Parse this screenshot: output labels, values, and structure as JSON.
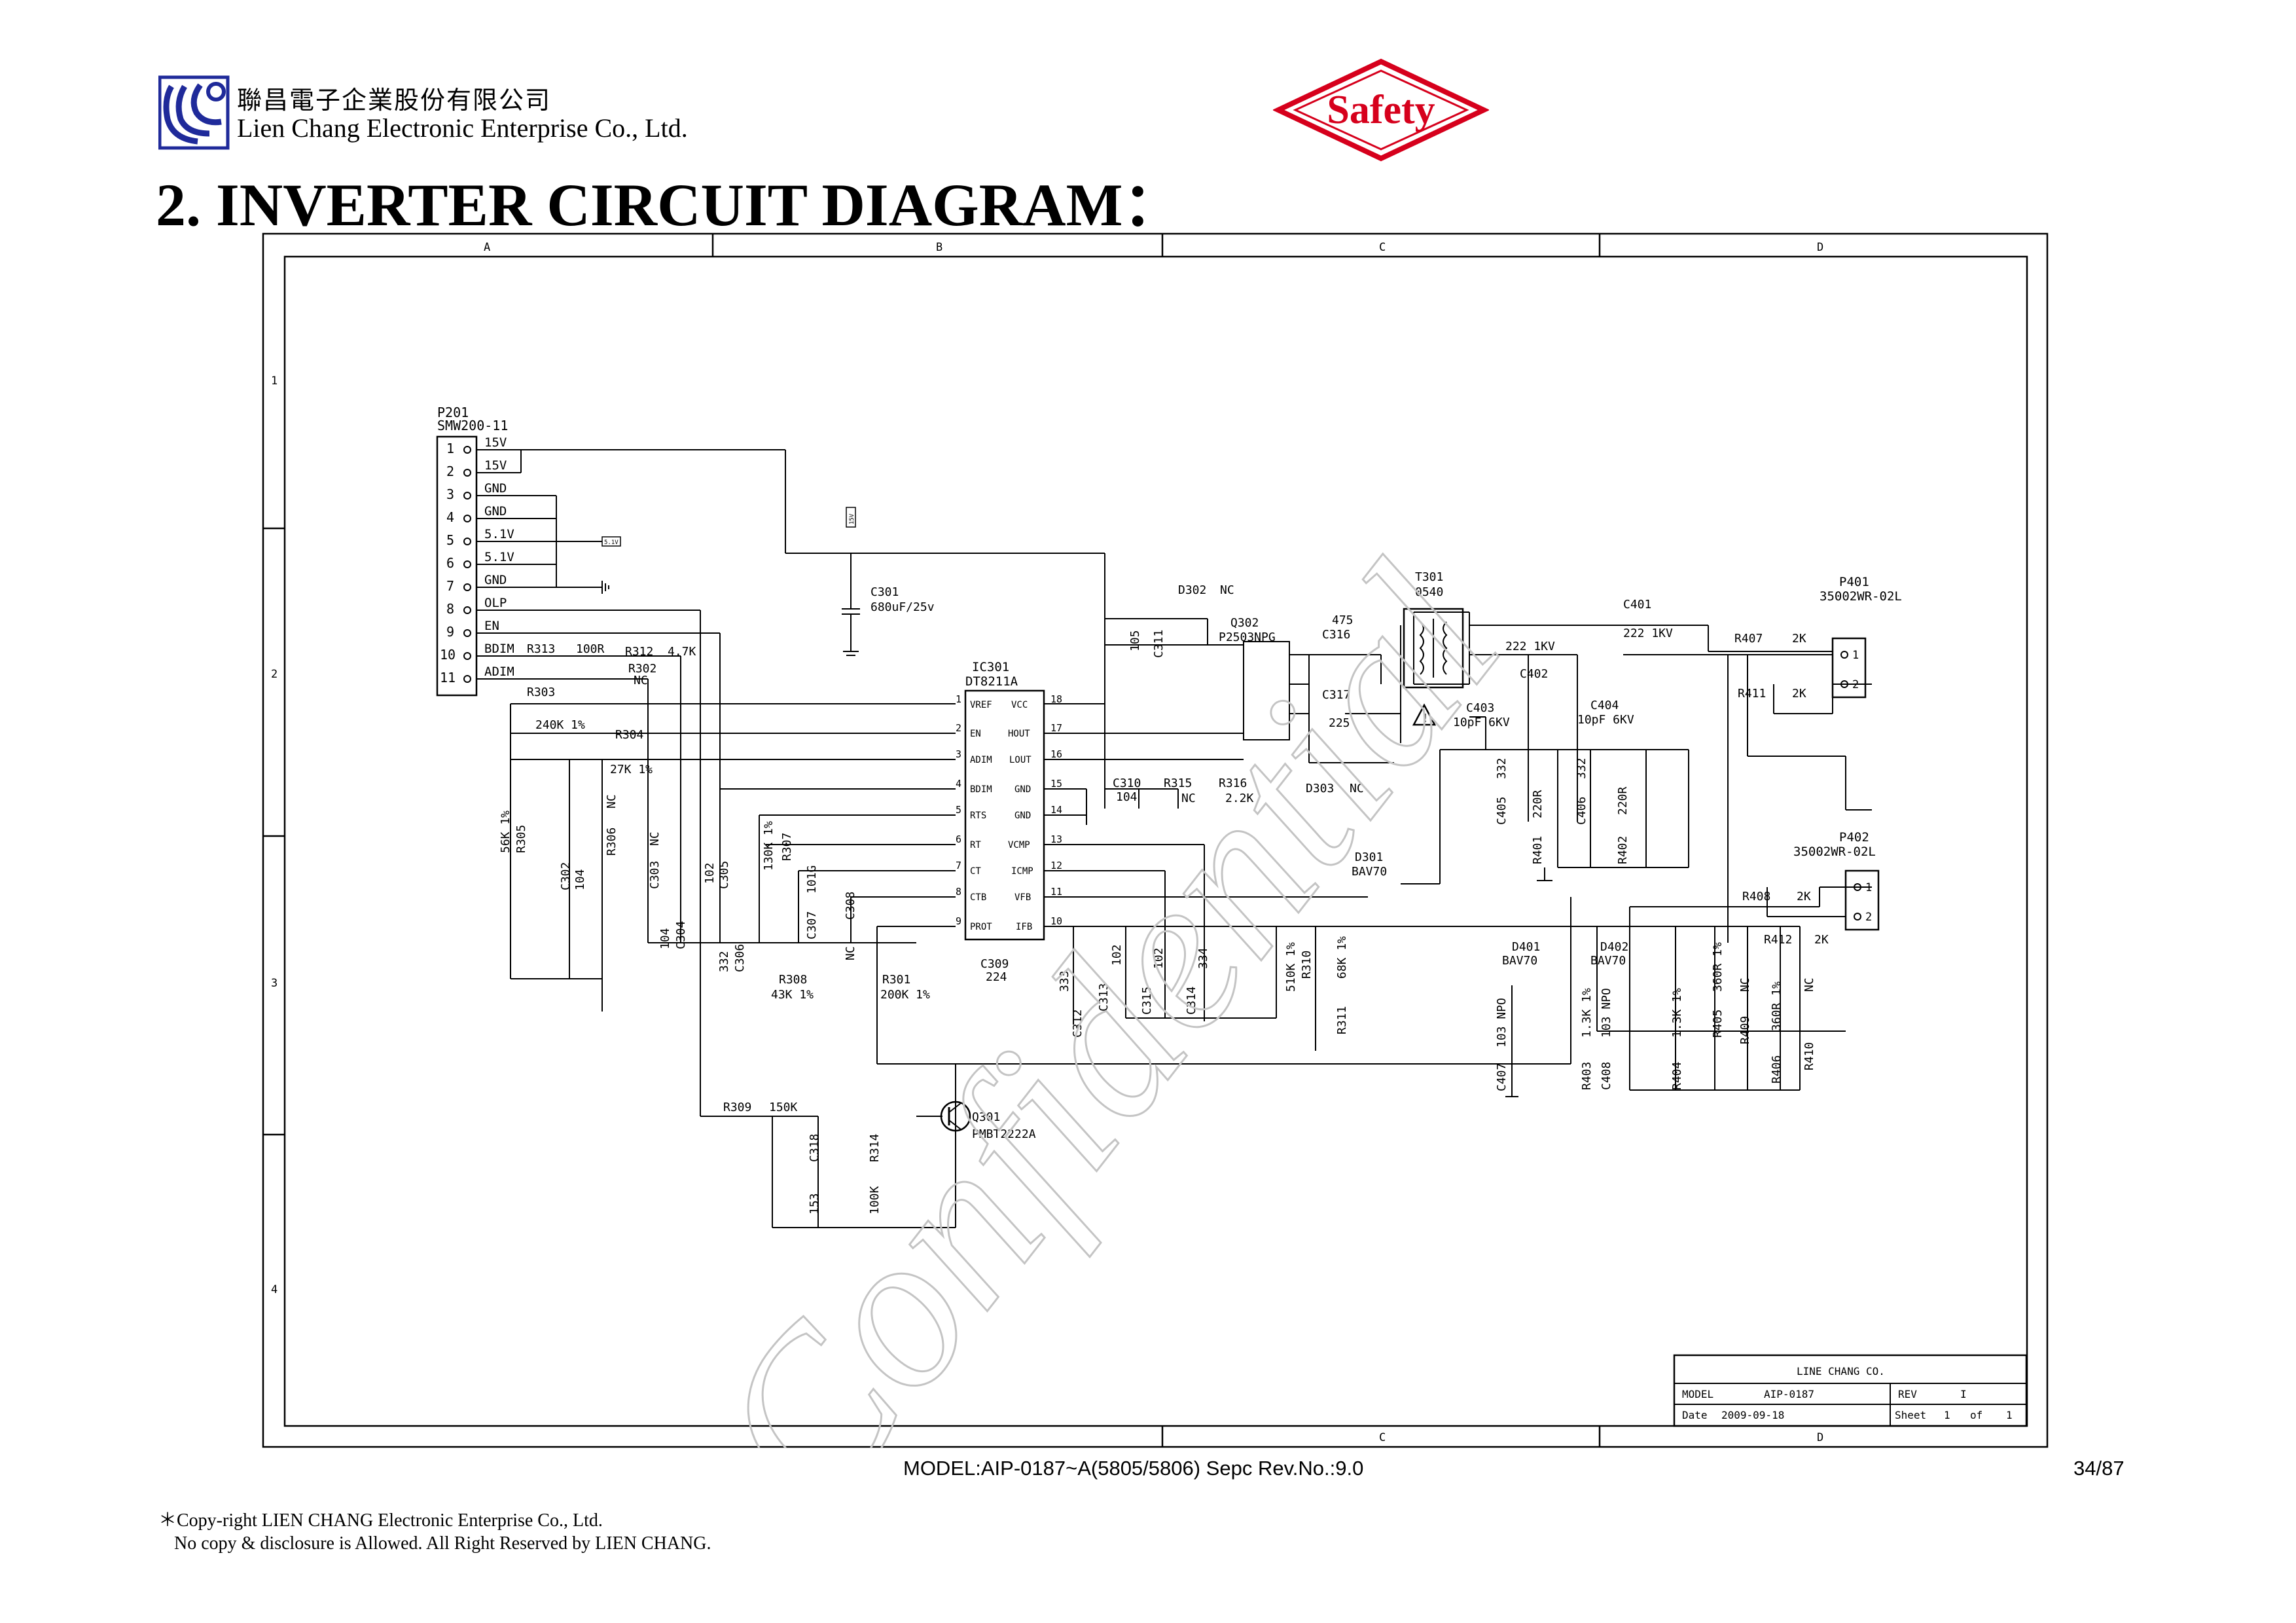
{
  "header": {
    "company_cn": "聯昌電子企業股份有限公司",
    "company_en": "Lien Chang Electronic Enterprise Co., Ltd.",
    "safety_label": "Safety",
    "title": "2. INVERTER CIRCUIT DIAGRAM："
  },
  "watermark": "Confidential",
  "frame": {
    "columns": [
      "A",
      "B",
      "C",
      "D"
    ],
    "rows": [
      "1",
      "2",
      "3",
      "4"
    ],
    "bottom_columns": [
      "C",
      "D"
    ]
  },
  "connectors": {
    "p201": {
      "ref": "P201",
      "part": "SMW200-11",
      "pins": [
        {
          "num": "1",
          "label": "15V"
        },
        {
          "num": "2",
          "label": "15V"
        },
        {
          "num": "3",
          "label": "GND"
        },
        {
          "num": "4",
          "label": "GND"
        },
        {
          "num": "5",
          "label": "5.1V"
        },
        {
          "num": "6",
          "label": "5.1V"
        },
        {
          "num": "7",
          "label": "GND"
        },
        {
          "num": "8",
          "label": "OLP"
        },
        {
          "num": "9",
          "label": "EN"
        },
        {
          "num": "10",
          "label": "BDIM"
        },
        {
          "num": "11",
          "label": "ADIM"
        }
      ]
    },
    "p401": {
      "ref": "P401",
      "part": "35002WR-02L",
      "pin1": "1",
      "pin2": "2"
    },
    "p402": {
      "ref": "P402",
      "part": "35002WR-02L",
      "pin1": "1",
      "pin2": "2"
    }
  },
  "ic301": {
    "ref": "IC301",
    "part": "DT8211A",
    "left_pins": [
      {
        "num": "1",
        "name": "VREF"
      },
      {
        "num": "2",
        "name": "EN"
      },
      {
        "num": "3",
        "name": "ADIM"
      },
      {
        "num": "4",
        "name": "BDIM"
      },
      {
        "num": "5",
        "name": "RTS"
      },
      {
        "num": "6",
        "name": "RT"
      },
      {
        "num": "7",
        "name": "CT"
      },
      {
        "num": "8",
        "name": "CTB"
      },
      {
        "num": "9",
        "name": "PROT"
      }
    ],
    "right_pins": [
      {
        "num": "18",
        "name": "VCC"
      },
      {
        "num": "17",
        "name": "HOUT"
      },
      {
        "num": "16",
        "name": "LOUT"
      },
      {
        "num": "15",
        "name": "GND"
      },
      {
        "num": "14",
        "name": "GND"
      },
      {
        "num": "13",
        "name": "VCMP"
      },
      {
        "num": "12",
        "name": "ICMP"
      },
      {
        "num": "11",
        "name": "VFB"
      },
      {
        "num": "10",
        "name": "IFB"
      }
    ]
  },
  "labels": {
    "r313": "R313",
    "r313_val": "100R",
    "r312": "R312",
    "r312_val": "4.7K",
    "r302": "R302",
    "r302_val": "NC",
    "r303": "R303",
    "r303_val": "240K 1%",
    "r304": "R304",
    "r304_val": "27K 1%",
    "r305": "R305",
    "r305_val": "56K 1%",
    "c302": "C302",
    "c302_val": "104",
    "r306": "R306",
    "r306_val": "NC",
    "c303": "C303",
    "c303_val": "NC",
    "c304": "C304",
    "c304_val": "104",
    "c305": "C305",
    "c305_val": "102",
    "c306": "C306",
    "c306_val": "332",
    "r307": "R307",
    "r307_val": "130K 1%",
    "c307": "C307",
    "c307_val": "101G",
    "c308": "C308",
    "c308_val": "NC",
    "r308": "R308",
    "r308_val": "43K 1%",
    "r301": "R301",
    "r301_val": "200K 1%",
    "c309": "C309",
    "c309_val": "224",
    "c301": "C301",
    "c301_val": "680uF/25v",
    "c311": "C311",
    "c311_val": "105",
    "d302": "D302",
    "d302_val": "NC",
    "q302": "Q302",
    "q302_val": "P2503NPG",
    "c316": "C316",
    "c316_val": "475",
    "c317": "C317",
    "c317_val": "225",
    "d303": "D303",
    "d303_val": "NC",
    "c310": "C310",
    "c310_val": "104",
    "r315": "R315",
    "r315_val": "NC",
    "r316": "R316",
    "r316_val": "2.2K",
    "c312": "C312",
    "c312_val": "333",
    "c313": "C313",
    "c313_val": "102",
    "c315": "C315",
    "c315_val": "102",
    "c314": "C314",
    "c314_val": "334",
    "r310": "R310",
    "r310_val": "510K 1%",
    "r311": "R311",
    "r311_val": "68K 1%",
    "t301": "T301",
    "t301_val": "0540",
    "c401": "C401",
    "c401_val": "222 1KV",
    "c402": "C402",
    "c402_val": "222 1KV",
    "c403": "C403",
    "c403_val": "10pF 6KV",
    "c404": "C404",
    "c404_val": "10pF 6KV",
    "c405": "C405",
    "c405_val": "332",
    "r401": "R401",
    "r401_val": "220R",
    "c406": "C406",
    "c406_val": "332",
    "r402": "R402",
    "r402_val": "220R",
    "r407": "R407",
    "r407_val": "2K",
    "r411": "R411",
    "r411_val": "2K",
    "r408": "R408",
    "r408_val": "2K",
    "r412": "R412",
    "r412_val": "2K",
    "d301": "D301",
    "d301_val": "BAV70",
    "d401": "D401",
    "d401_val": "BAV70",
    "d402": "D402",
    "d402_val": "BAV70",
    "c407": "C407",
    "c407_val": "103 NPO",
    "r403": "R403",
    "r403_val": "1.3K 1%",
    "c408": "C408",
    "c408_val": "103 NPO",
    "r404": "R404",
    "r404_val": "1.3K 1%",
    "r405": "R405",
    "r405_val": "360R 1%",
    "r409": "R409",
    "r409_val": "NC",
    "r406": "R406",
    "r406_val": "360R 1%",
    "r410": "R410",
    "r410_val": "NC",
    "r309": "R309",
    "r309_val": "150K",
    "c318": "C318",
    "c318_val": "153",
    "r314": "R314",
    "r314_val": "100K",
    "q301": "Q301",
    "q301_val": "PMBT2222A",
    "flag_15v": "15V",
    "flag_51v": "5.1V"
  },
  "title_block": {
    "company": "LINE CHANG CO.",
    "model_label": "MODEL",
    "model_value": "AIP-0187",
    "rev_label": "REV",
    "rev_value": "I",
    "date_label": "Date",
    "date_value": "2009-09-18",
    "sheet_label": "Sheet",
    "sheet_num": "1",
    "sheet_of": "of",
    "sheet_total": "1"
  },
  "footer": {
    "model": "MODEL:AIP-0187~A(5805/5806) Sepc Rev.No.:9.0",
    "page": "34/87",
    "copyright_1": "＊Copy-right LIEN CHANG Electronic Enterprise Co., Ltd.",
    "copyright_2": "No copy & disclosure is Allowed. All Right Reserved by LIEN CHANG."
  },
  "colors": {
    "ink": "#000000",
    "logo_blue": "#1f2a9a",
    "safety_red": "#d6001c"
  }
}
